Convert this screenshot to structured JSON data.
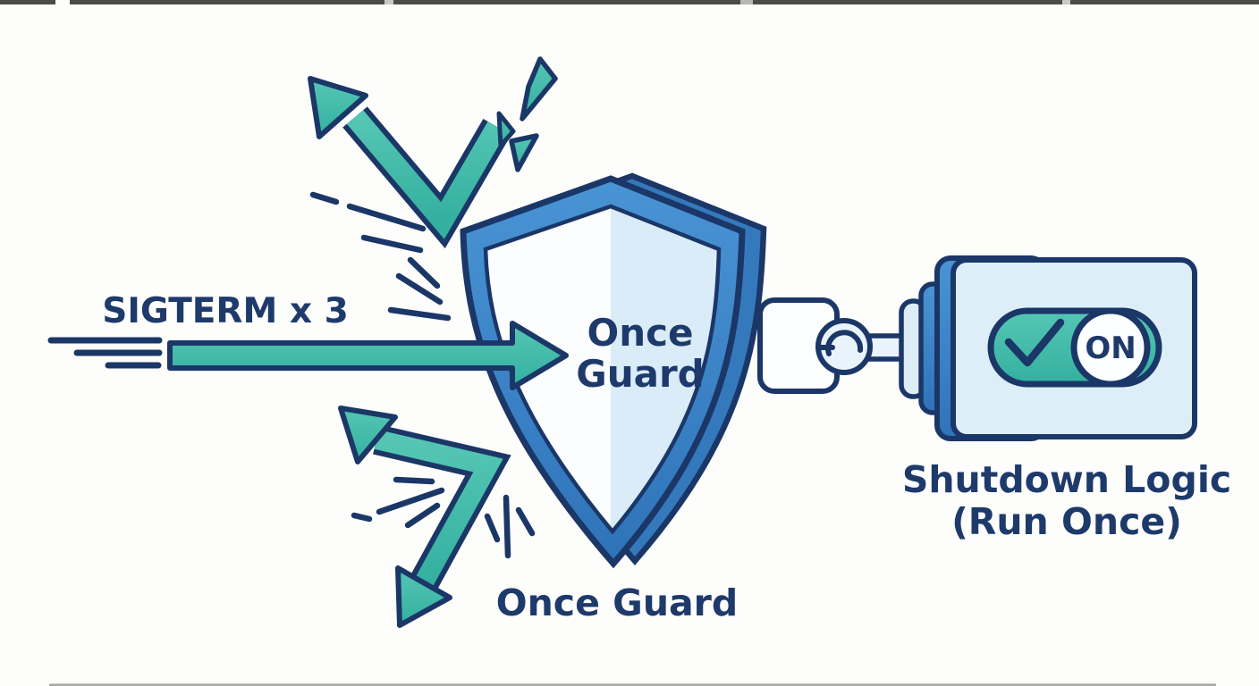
{
  "figure": {
    "type": "illustrated-diagram",
    "description": "A SIGTERM signal arrow hits a shield labeled Once Guard; repeated signals are deflected; a single connection passes through to a Shutdown Logic box whose toggle is ON."
  },
  "labels": {
    "signal": "SIGTERM x 3",
    "shield_line1": "Once",
    "shield_line2": "Guard",
    "shield_caption": "Once Guard",
    "box_line1": "Shutdown Logic",
    "box_line2": "(Run Once)",
    "toggle_state": "ON"
  },
  "colors": {
    "outline_navy": "#1b3767",
    "text_navy": "#1e3a6b",
    "arrow_teal": "#3fbcab",
    "shield_blue": "#3e8ccd",
    "panel_light_blue": "#d9ecf8",
    "box_fill": "#ddeef8",
    "background": "#fdfdfc"
  }
}
